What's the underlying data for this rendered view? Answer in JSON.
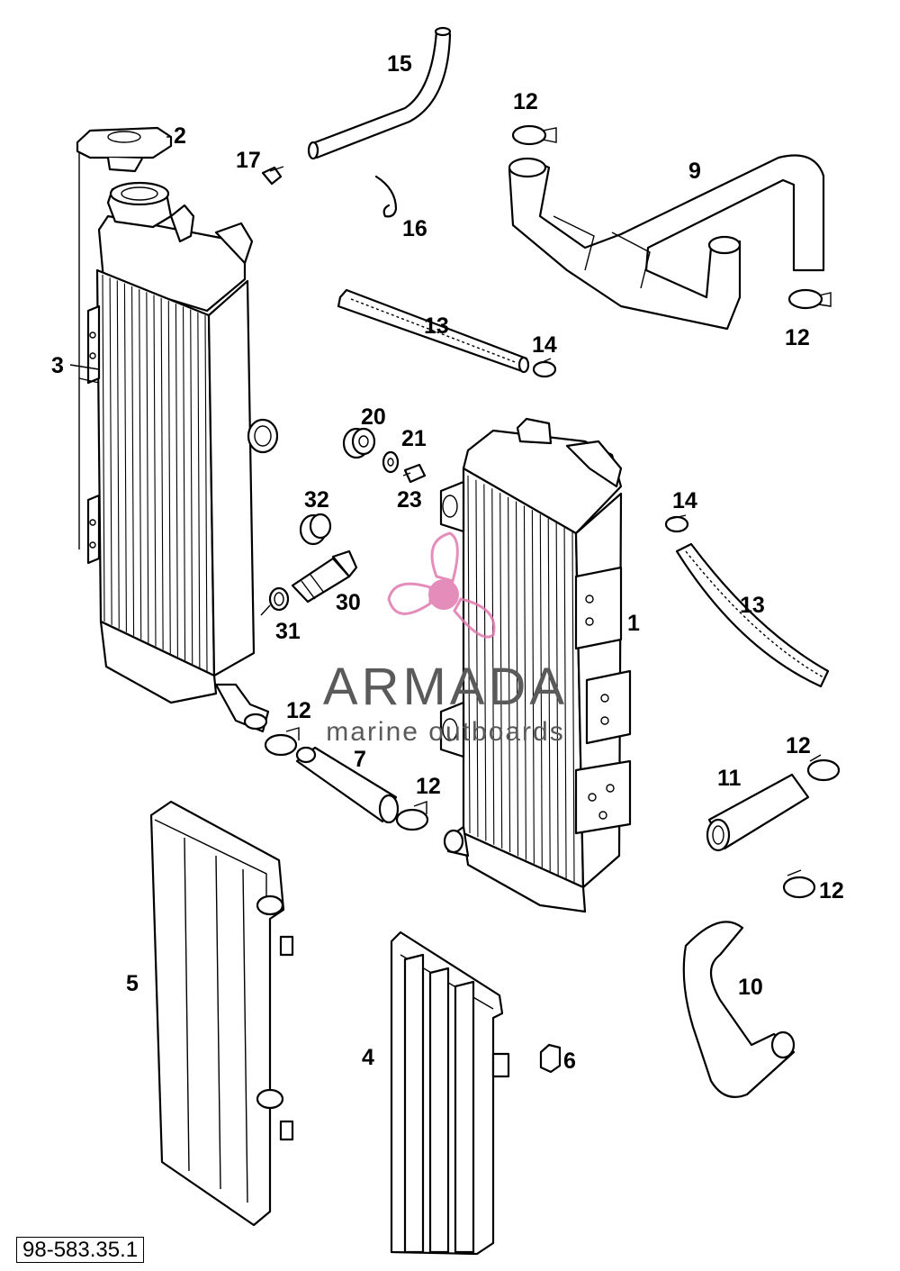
{
  "watermark": {
    "brand": "ARMADA",
    "tagline": "marine outboards",
    "logo_color": "#e07ab0",
    "text_color": "#5a5a5a"
  },
  "document_id": "98-583.35.1",
  "callouts": {
    "c1": "1",
    "c2": "2",
    "c3": "3",
    "c4": "4",
    "c5": "5",
    "c6": "6",
    "c7": "7",
    "c9": "9",
    "c10": "10",
    "c11": "11",
    "c12a": "12",
    "c12b": "12",
    "c12c": "12",
    "c12d": "12",
    "c12e": "12",
    "c12f": "12",
    "c13a": "13",
    "c13b": "13",
    "c14a": "14",
    "c14b": "14",
    "c15": "15",
    "c16": "16",
    "c17": "17",
    "c20": "20",
    "c21": "21",
    "c23": "23",
    "c30": "30",
    "c31": "31",
    "c32": "32"
  }
}
